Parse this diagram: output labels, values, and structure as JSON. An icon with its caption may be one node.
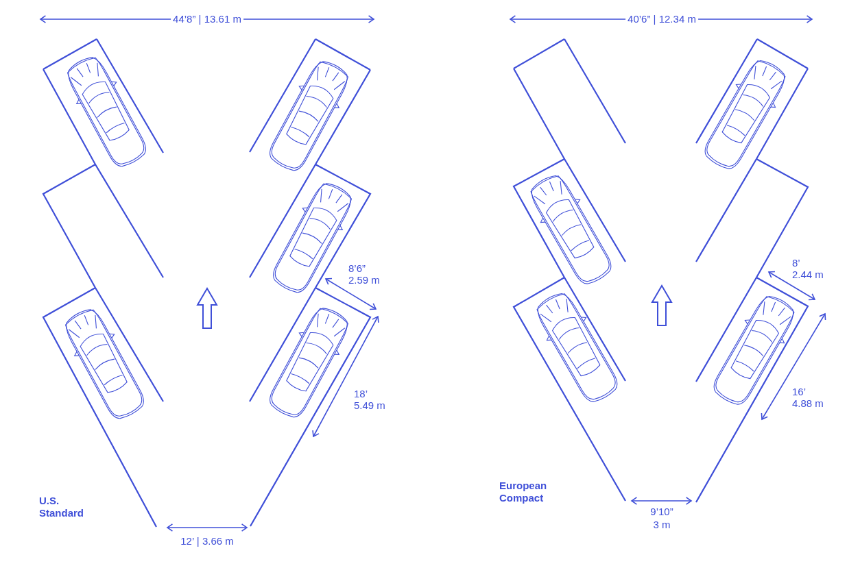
{
  "diagram": {
    "labels": [
      "44’8” | 13.61 m",
      "40’6” | 12.34 m",
      "8’6”",
      "2.59 m",
      "18’",
      "5.49 m",
      "U.S. Standard",
      "12’ | 3.66 m",
      "8’",
      "2.44 m",
      "16’",
      "4.88 m",
      "European Compact",
      "9’10”",
      "3 m"
    ]
  }
}
